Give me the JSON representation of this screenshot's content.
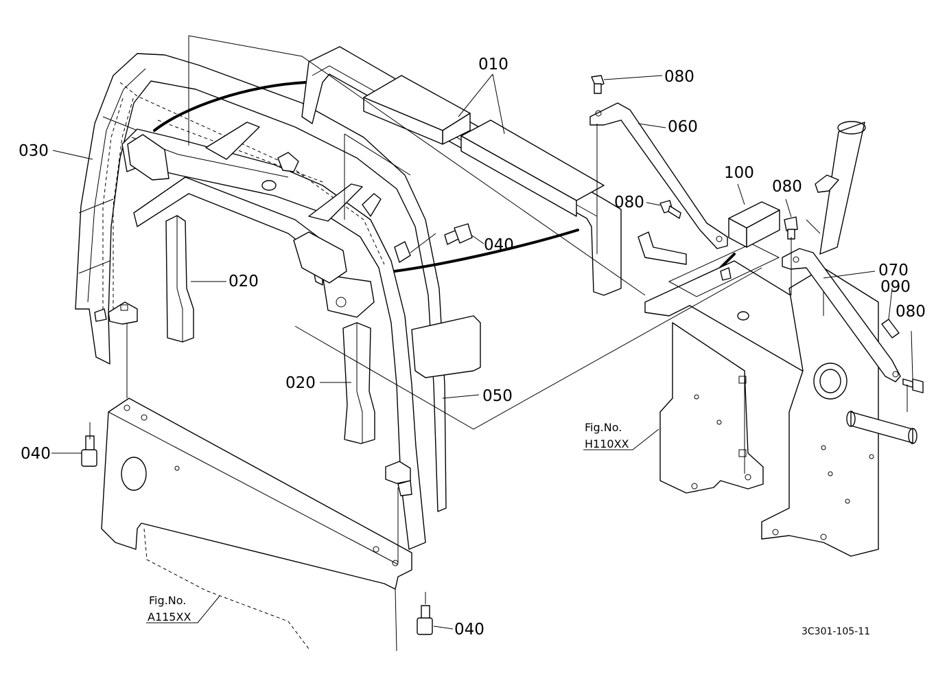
{
  "callouts": {
    "c010": "010",
    "c020a": "020",
    "c020b": "020",
    "c030": "030",
    "c040a": "040",
    "c040b": "040",
    "c040c": "040",
    "c050": "050",
    "c060": "060",
    "c070": "070",
    "c080a": "080",
    "c080b": "080",
    "c080c": "080",
    "c080d": "080",
    "c090": "090",
    "c100": "100"
  },
  "figure_refs": {
    "h_label": "Fig.No.",
    "h_code": "H110XX",
    "a_label": "Fig.No.",
    "a_code": "A115XX"
  },
  "drawing_code": "3C301-105-11"
}
